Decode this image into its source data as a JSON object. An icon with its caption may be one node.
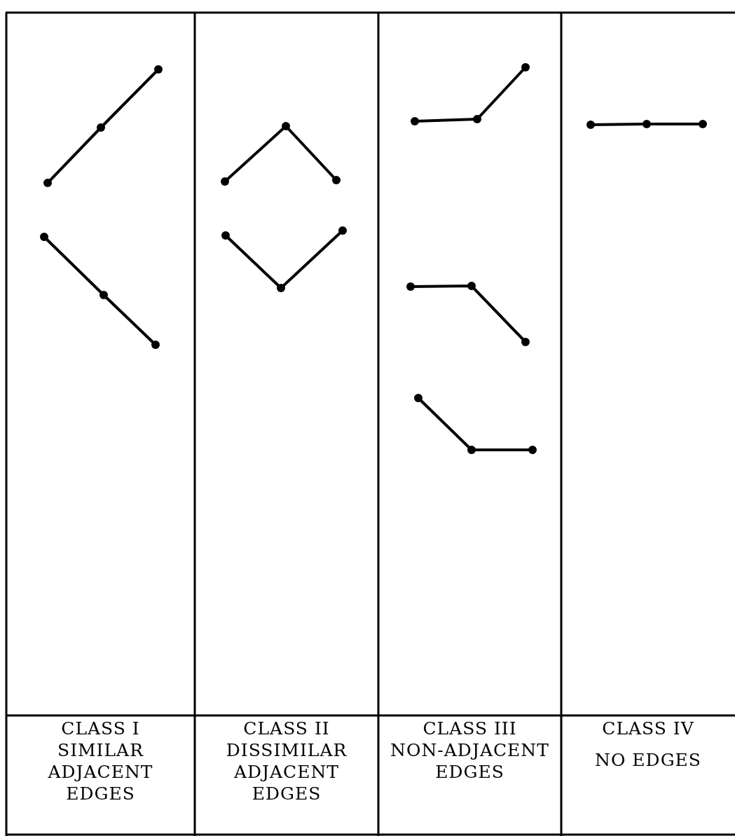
{
  "diagram": {
    "labels": [
      "CLASS I",
      "SIMILAR ADJACENT EDGES",
      "CLASS II",
      "DISSIMILAR ADJACENT EDGES",
      "CLASS III",
      "NON-ADJACENT EDGES",
      "CLASS IV",
      "NO EDGES"
    ]
  }
}
